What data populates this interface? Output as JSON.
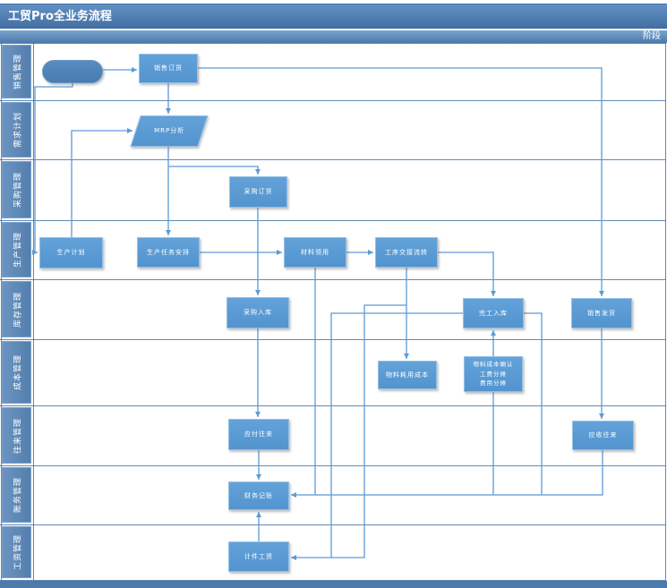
{
  "title": "工贸Pro全业务流程",
  "stage_header": "阶段",
  "lanes": [
    {
      "label": "销售管理"
    },
    {
      "label": "需求计划"
    },
    {
      "label": "采购管理"
    },
    {
      "label": "生产管理"
    },
    {
      "label": "库存管理"
    },
    {
      "label": "成本管理"
    },
    {
      "label": "往来管理"
    },
    {
      "label": "账务管理"
    },
    {
      "label": "工资管理"
    }
  ],
  "nodes": {
    "start": "",
    "sales_order": "销售订货",
    "mrp": "MRP分析",
    "purchase_order": "采购订货",
    "production_plan": "生产计划",
    "production_task": "生产任务安排",
    "material_requisition": "材料领用",
    "process_handover": "工序交接流转",
    "purchase_inbound": "采购入库",
    "finished_inbound": "完工入库",
    "sales_delivery": "销售发货",
    "material_cost": "物料耗用成本",
    "cost_confirm": "物料成本确认\n工费分摊\n费用分摊",
    "payable": "应付往来",
    "receivable": "应收往来",
    "bookkeeping": "财务记账",
    "piecework_wage": "计件工资"
  },
  "colors": {
    "header_blue": "#4c7aac",
    "node_fill": "#5b9bd5",
    "connector": "#5b9bd5",
    "lane_line": "#3c6ca3",
    "lane_cell": "#5d87b5",
    "text": "#ffffff"
  }
}
